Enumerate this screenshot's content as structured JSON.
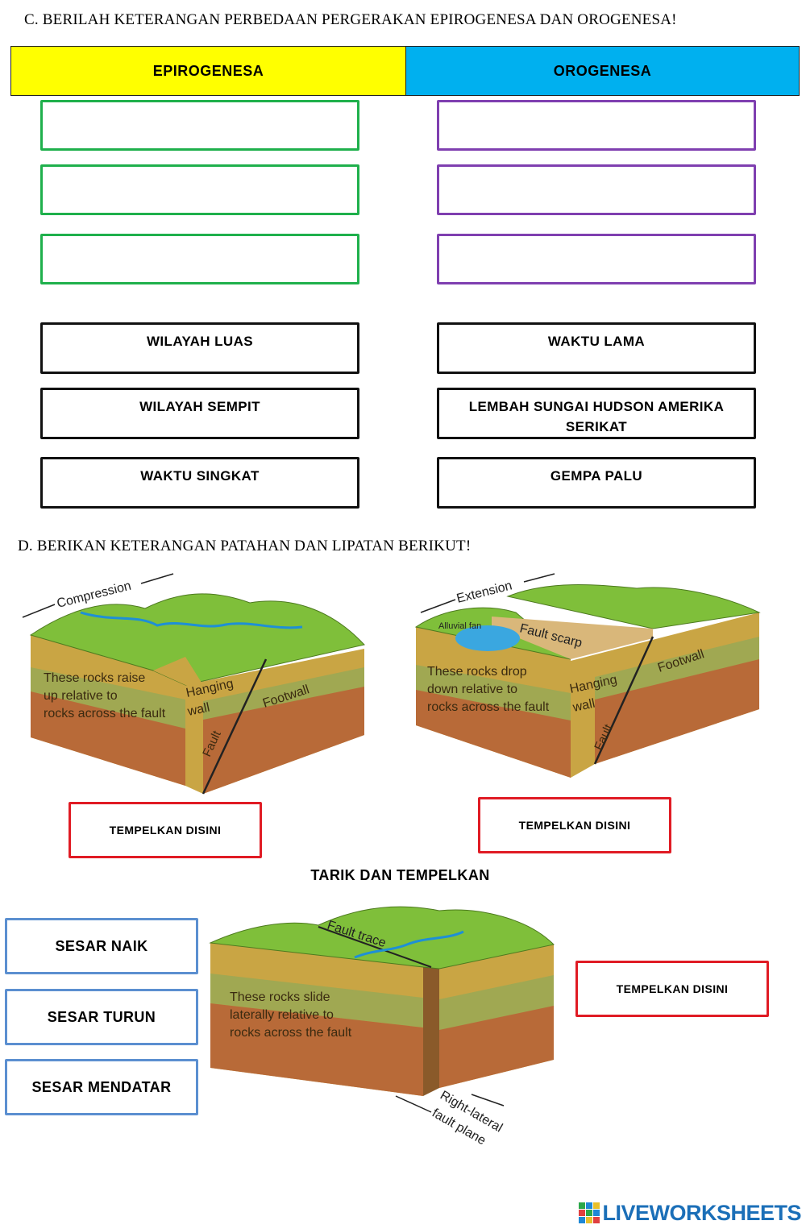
{
  "sectionC": {
    "title": "C. BERILAH KETERANGAN PERBEDAAN PERGERAKAN EPIROGENESA DAN OROGENESA!",
    "header_left": "EPIROGENESA",
    "header_right": "OROGENESA",
    "header_left_color": "#ffff00",
    "header_right_color": "#00b0ef",
    "cards": [
      "WILAYAH LUAS",
      "WAKTU LAMA",
      "WILAYAH SEMPIT",
      "LEMBAH SUNGAI HUDSON AMERIKA SERIKAT",
      "WAKTU SINGKAT",
      "GEMPA PALU"
    ]
  },
  "sectionD": {
    "title": "D. BERIKAN KETERANGAN PATAHAN DAN LIPATAN BERIKUT!",
    "drop_label": "TEMPELKAN DISINI",
    "instruction": "TARIK DAN TEMPELKAN",
    "options": [
      "SESAR NAIK",
      "SESAR TURUN",
      "SESAR MENDATAR"
    ],
    "diagram1": {
      "arrow_label": "Compression",
      "body": [
        "These rocks raise",
        "up relative to",
        "rocks across the fault"
      ],
      "hanging": [
        "Hanging",
        "wall"
      ],
      "footwall": "Footwall",
      "fault": "Fault"
    },
    "diagram2": {
      "arrow_label": "Extension",
      "alluvial": "Alluvial fan",
      "scarp": "Fault scarp",
      "body": [
        "These rocks drop",
        "down relative to",
        "rocks across the fault"
      ],
      "hanging": [
        "Hanging",
        "wall"
      ],
      "footwall": "Footwall",
      "fault": "Fault"
    },
    "diagram3": {
      "trace": "Fault trace",
      "body": [
        "These rocks slide",
        "laterally relative to",
        "rocks across the fault"
      ],
      "plane": [
        "Right-lateral",
        "fault plane"
      ]
    }
  },
  "brand": {
    "name": "LIVEWORKSHEETS",
    "icon": "liveworksheets-logo-icon"
  }
}
